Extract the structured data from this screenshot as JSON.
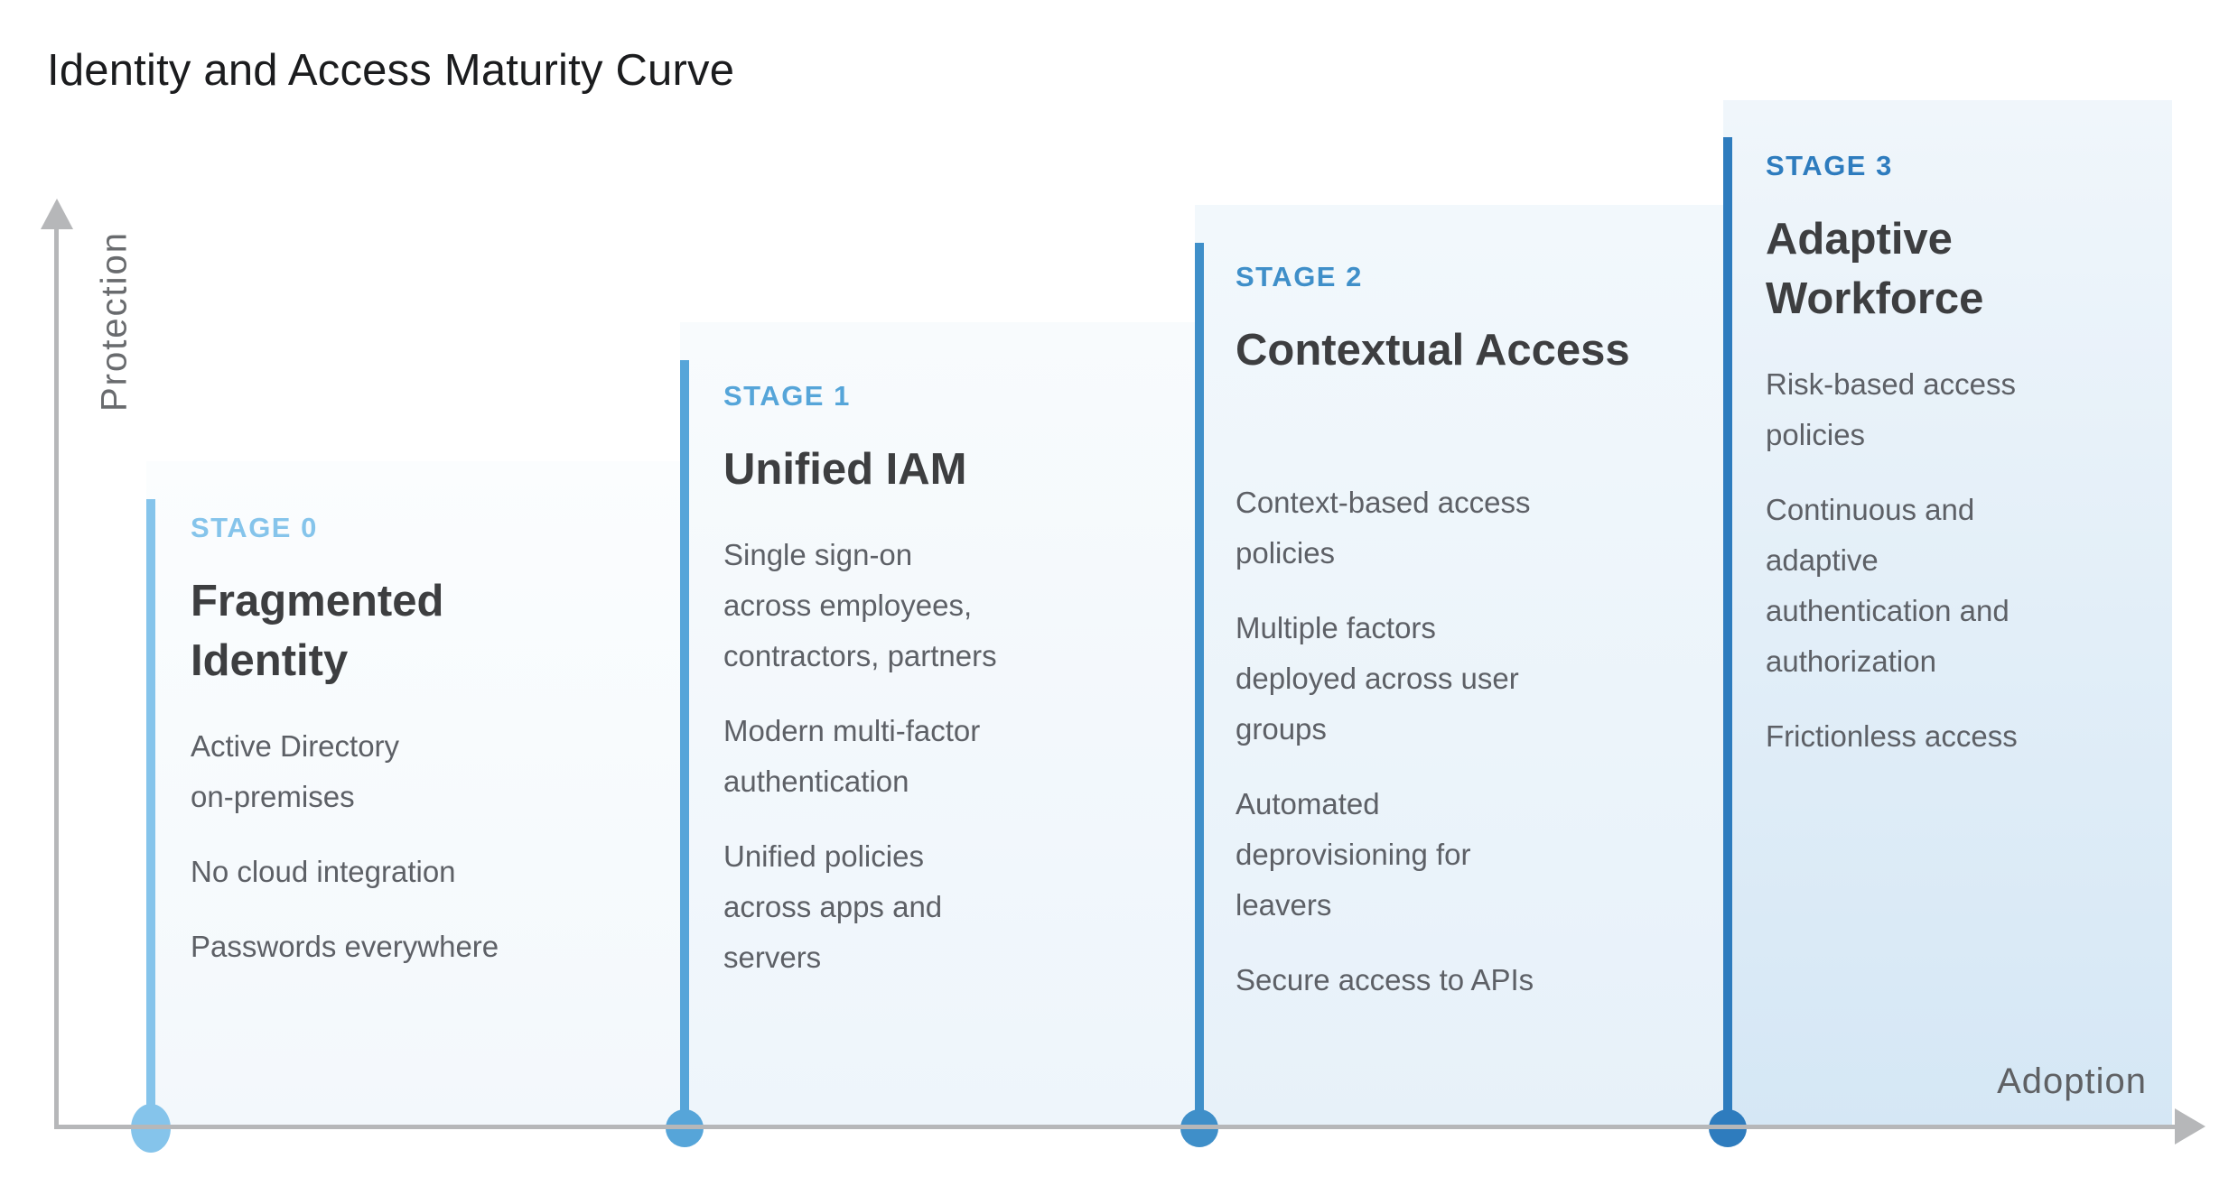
{
  "title": "Identity and Access Maturity Curve",
  "axes": {
    "y_label": "Protection",
    "x_label": "Adoption"
  },
  "colors": {
    "axis": "#b6b7b9",
    "axis_label_text": "#696b6e",
    "title_text": "#1b1c1e",
    "heading_text": "#3d3e40",
    "body_text": "#5d6066"
  },
  "stages": [
    {
      "label": "STAGE 0",
      "heading": "Fragmented\nIdentity",
      "bullets": [
        "Active Directory\non-premises",
        "No cloud integration",
        "Passwords everywhere"
      ],
      "accent": "#85c4eb",
      "panel_top": "#fbfdfe",
      "panel_bottom": "#f3f8fc"
    },
    {
      "label": "STAGE 1",
      "heading": "Unified IAM",
      "bullets": [
        "Single sign-on\nacross employees,\ncontractors, partners",
        "Modern multi-factor\nauthentication",
        "Unified policies\nacross apps and\nservers"
      ],
      "accent": "#56a5d9",
      "panel_top": "#f8fbfd",
      "panel_bottom": "#eef5fb"
    },
    {
      "label": "STAGE 2",
      "heading": "Contextual Access",
      "bullets": [
        "Context-based access\npolicies",
        "Multiple factors\ndeployed across user\ngroups",
        "Automated\ndeprovisioning for\nleavers",
        "Secure access to APIs"
      ],
      "accent": "#3f8fc9",
      "panel_top": "#f2f8fc",
      "panel_bottom": "#e7f1f9"
    },
    {
      "label": "STAGE 3",
      "heading": "Adaptive\nWorkforce",
      "bullets": [
        "Risk-based access\npolicies",
        "Continuous and\nadaptive\nauthentication and\nauthorization",
        "Frictionless access"
      ],
      "accent": "#2e7cbe",
      "panel_top": "#f0f6fb",
      "panel_bottom": "#d5e7f5"
    }
  ]
}
